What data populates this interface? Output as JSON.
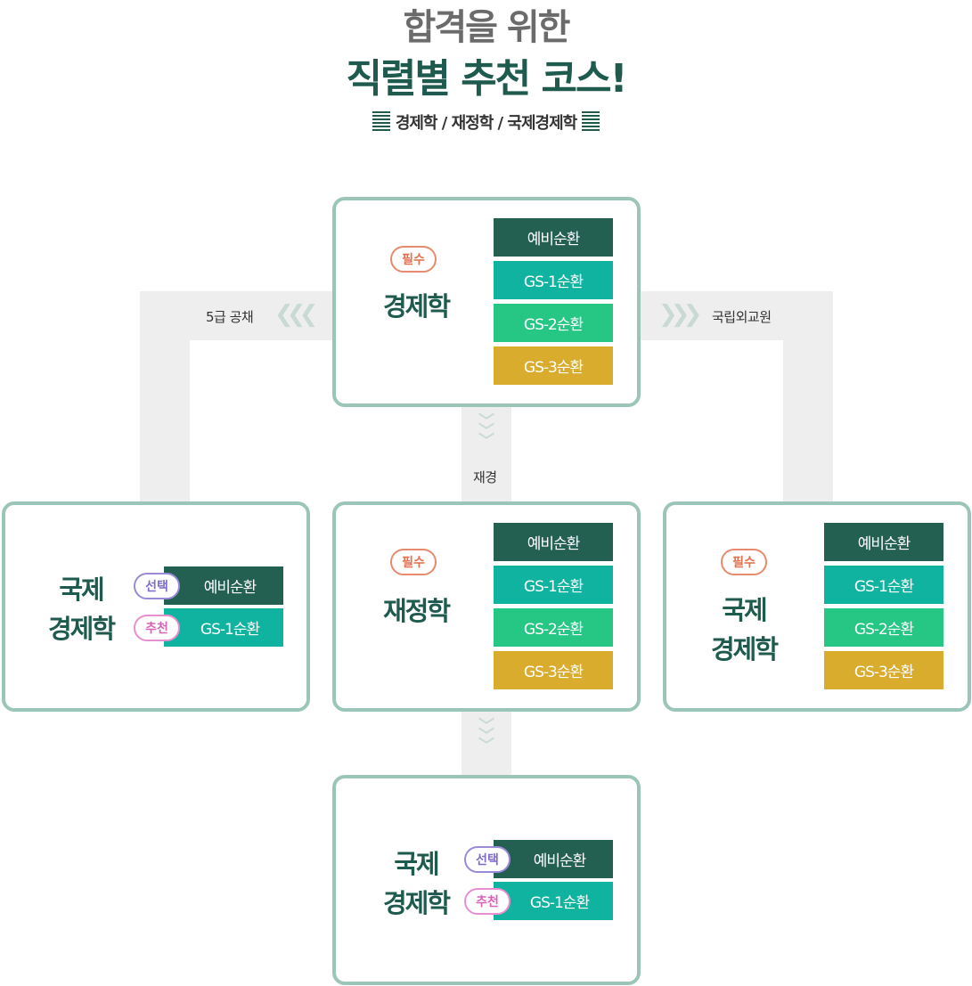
{
  "header": {
    "title_line1": "합격을 위한",
    "title_line2": "직렬별 추천 코스!",
    "subtitle": "경제학 / 재정학 / 국제경제학"
  },
  "connectors": {
    "left_label": "5급 공채",
    "right_label": "국립외교원",
    "down_label": "재경"
  },
  "courses": {
    "prep": "예비순환",
    "gs1": "GS-1순환",
    "gs2": "GS-2순환",
    "gs3": "GS-3순환"
  },
  "badges": {
    "required": "필수",
    "elective": "선택",
    "recommended": "추천"
  },
  "boxes": {
    "top": {
      "subject": "경제학"
    },
    "middle": {
      "subject": "재정학"
    },
    "left": {
      "subject_line1": "국제",
      "subject_line2": "경제학"
    },
    "right": {
      "subject_line1": "국제",
      "subject_line2": "경제학"
    },
    "bottom": {
      "subject_line1": "국제",
      "subject_line2": "경제학"
    }
  },
  "colors": {
    "brand_green": "#1f5a4e",
    "box_border": "#9cc5b9",
    "prep": "#236052",
    "gs1": "#10b2a0",
    "gs2": "#26c684",
    "gs3": "#d9ac2e"
  }
}
